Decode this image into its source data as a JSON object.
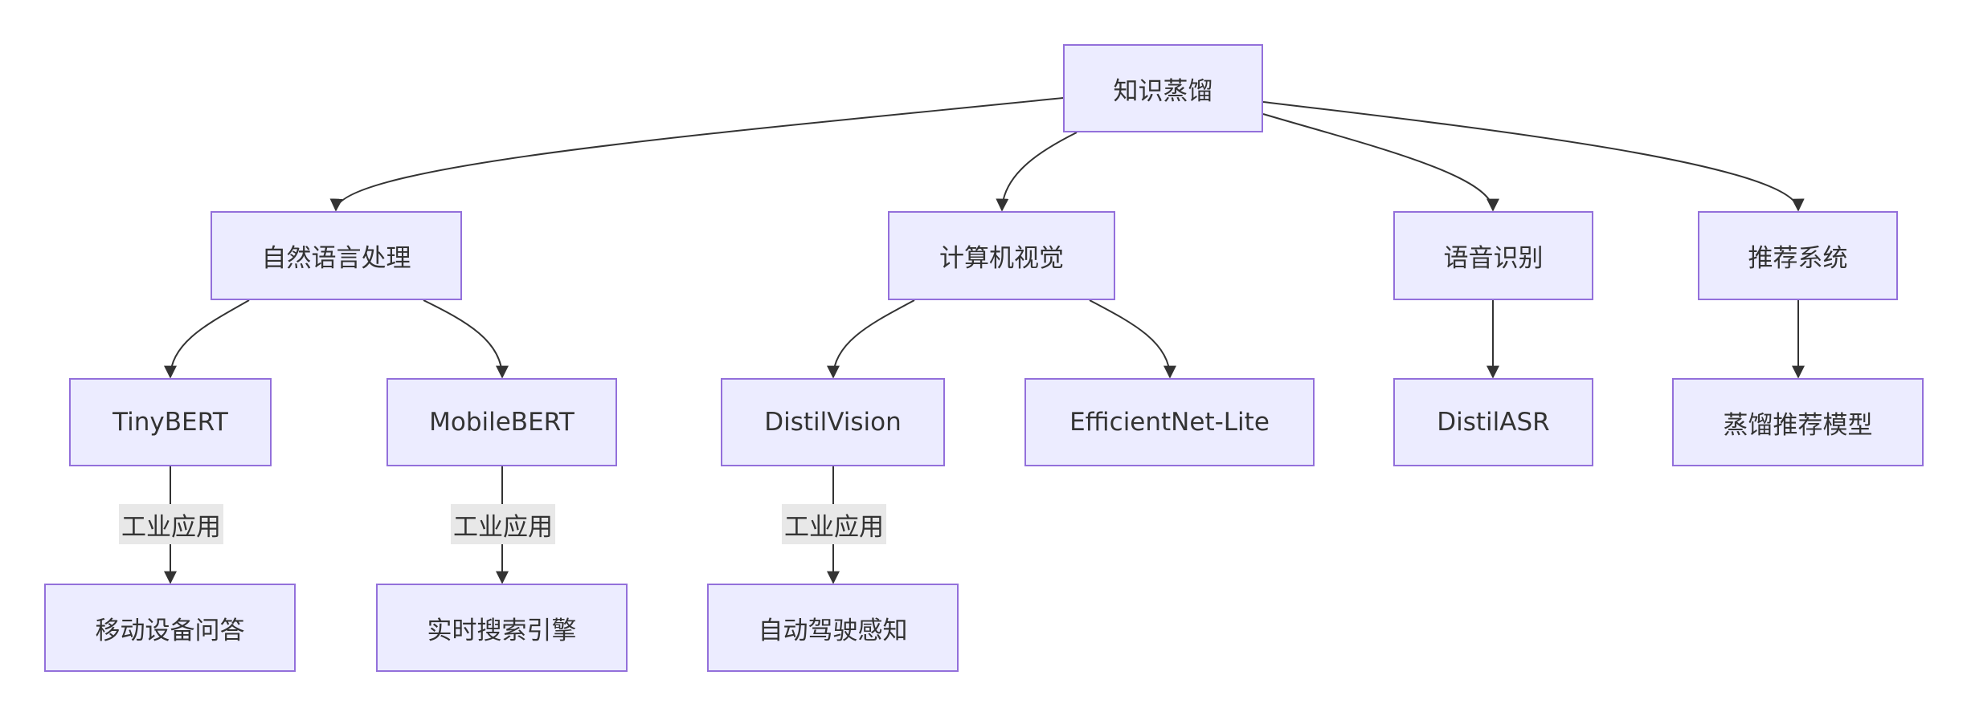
{
  "colors": {
    "node_fill": "#ececff",
    "node_border": "#9370db",
    "edge": "#333333",
    "label_bg": "#e8e8e8",
    "text": "#333333"
  },
  "nodes": {
    "root": "知识蒸馏",
    "nlp": "自然语言处理",
    "cv": "计算机视觉",
    "speech": "语音识别",
    "rec": "推荐系统",
    "tinybert": "TinyBERT",
    "mobilebert": "MobileBERT",
    "distilvision": "DistilVision",
    "efficientnet": "EfficientNet-Lite",
    "distilasr": "DistilASR",
    "recmodel": "蒸馏推荐模型",
    "qa": "移动设备问答",
    "search": "实时搜索引擎",
    "driving": "自动驾驶感知"
  },
  "edge_labels": {
    "tinybert_qa": "工业应用",
    "mobilebert_search": "工业应用",
    "distilvision_driving": "工业应用"
  }
}
